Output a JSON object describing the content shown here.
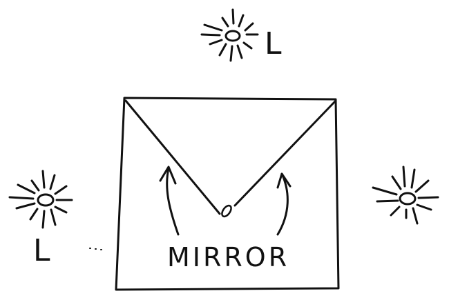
{
  "labels": {
    "light_top": "L",
    "light_left": "L",
    "mirror_caption": "MIRROR"
  },
  "colors": {
    "ink": "#111111",
    "paper": "#ffffff"
  }
}
